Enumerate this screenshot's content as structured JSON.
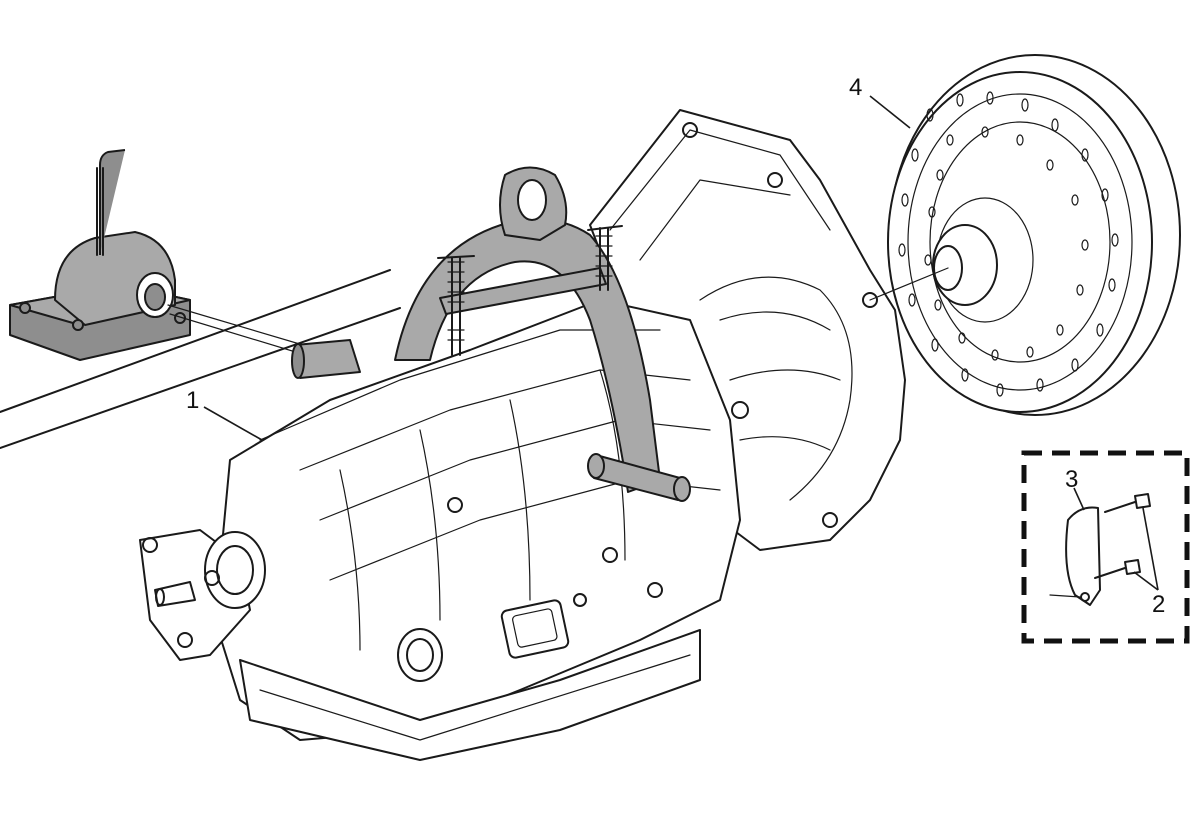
{
  "callouts": {
    "c1": {
      "label": "1",
      "part": "transmission"
    },
    "c2": {
      "label": "2",
      "part": "bolts"
    },
    "c3": {
      "label": "3",
      "part": "bracket"
    },
    "c4": {
      "label": "4",
      "part": "torque-converter"
    }
  },
  "colors": {
    "line": "#1a1a1a",
    "tool_fill": "#a9a9a9",
    "background": "#ffffff"
  }
}
